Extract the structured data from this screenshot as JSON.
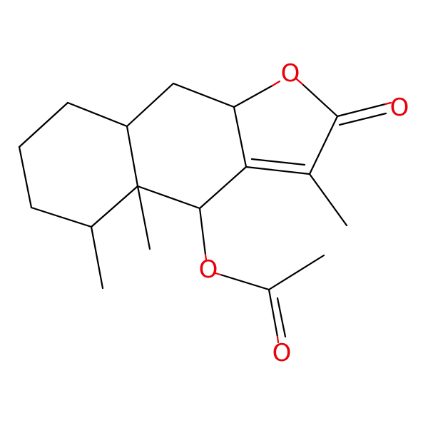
{
  "molecule": {
    "atom_color_oxygen": "#e8000b",
    "bond_color": "#000000",
    "background": "#ffffff",
    "labels": {
      "ring_oxygen": "O",
      "lactone_carbonyl_oxygen": "O",
      "ester_oxygen": "O",
      "acetyl_carbonyl_oxygen": "O"
    }
  }
}
